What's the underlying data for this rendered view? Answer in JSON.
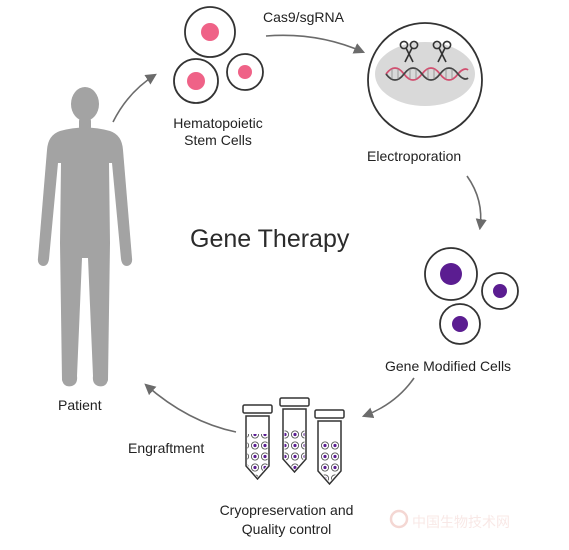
{
  "title": "Gene Therapy",
  "nodes": {
    "patient": "Patient",
    "stem_cells_line1": "Hematopoietic",
    "stem_cells_line2": "Stem Cells",
    "edit_reagent": "Cas9/sgRNA",
    "electroporation": "Electroporation",
    "modified_cells": "Gene Modified Cells",
    "cryo_line1": "Cryopreservation and",
    "cryo_line2": "Quality control",
    "engraftment": "Engraftment"
  },
  "watermark": "中国生物技术网",
  "colors": {
    "silhouette": "#a3a3a3",
    "arrow": "#6b6b6b",
    "stem_nucleus": "#ef6287",
    "modified_nucleus": "#5b1d91",
    "cell_outline": "#333333",
    "dish_fill": "#d9d9d9"
  },
  "icons": {
    "patient": "human-silhouette-icon",
    "electroporation": "dna-scissors-dish-icon",
    "cryo": "test-tube-icon"
  }
}
